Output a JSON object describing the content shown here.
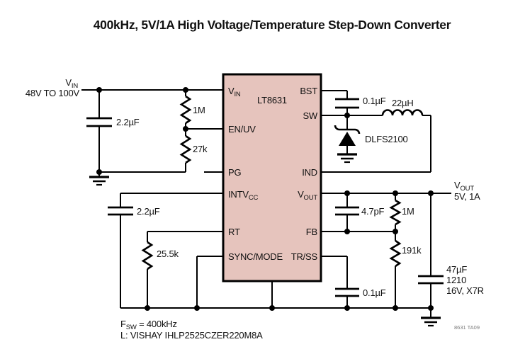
{
  "title": "400kHz, 5V/1A High Voltage/Temperature Step-Down Converter",
  "input": {
    "rail_main": "V",
    "rail_sub": "IN",
    "rail_range": "48V TO 100V"
  },
  "ic": {
    "part_number": "LT8631",
    "pins_left": [
      {
        "label": "V",
        "sub": "IN"
      },
      {
        "label": "EN/UV",
        "sub": ""
      },
      {
        "label": "PG",
        "sub": ""
      },
      {
        "label": "INTV",
        "sub": "CC"
      },
      {
        "label": "RT",
        "sub": ""
      },
      {
        "label": "SYNC/MODE",
        "sub": ""
      }
    ],
    "pins_right": [
      {
        "label": "BST",
        "sub": ""
      },
      {
        "label": "SW",
        "sub": ""
      },
      {
        "label": "IND",
        "sub": ""
      },
      {
        "label": "V",
        "sub": "OUT"
      },
      {
        "label": "FB",
        "sub": ""
      },
      {
        "label": "TR/SS",
        "sub": ""
      }
    ]
  },
  "components": {
    "input_cap": "2.2µF",
    "divider_top": "1M",
    "divider_bottom": "27k",
    "intvcc_cap": "2.2µF",
    "rt_resistor": "25.5k",
    "boost_cap": "0.1µF",
    "inductor": "22µH",
    "diode": "DLFS2100",
    "ff_cap": "4.7pF",
    "fb_top": "1M",
    "fb_bottom": "191k",
    "ss_cap": "0.1µF",
    "output_cap_value": "47µF",
    "output_cap_size": "1210",
    "output_cap_rating": "16V, X7R"
  },
  "output": {
    "rail_main": "V",
    "rail_sub": "OUT",
    "rail_spec": "5V, 1A"
  },
  "notes": {
    "fsw_main": "F",
    "fsw_sub": "SW",
    "fsw_rest": " = 400kHz",
    "inductor_note": "L: VISHAY IHLP2525CZER220M8A"
  },
  "footer": {
    "doc_id": "8631 TA09"
  },
  "colors": {
    "ic_fill": "#e6c4bd",
    "wire": "#000000"
  }
}
